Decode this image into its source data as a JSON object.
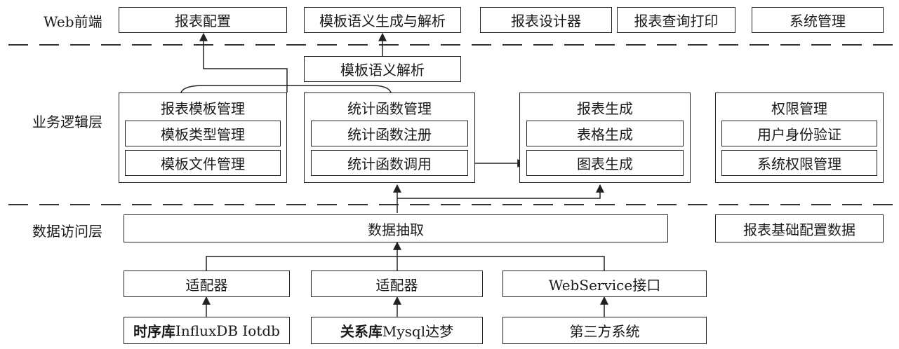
{
  "layers": {
    "web": "Web前端",
    "logic": "业务逻辑层",
    "data": "数据访问层"
  },
  "web_front": {
    "report_config": "报表配置",
    "template_semantic_gen_parse": "模板语义生成与解析",
    "report_designer": "报表设计器",
    "report_query_print": "报表查询打印",
    "system_management": "系统管理"
  },
  "template_semantic_parse": "模板语义解析",
  "logic_groups": {
    "template_mgmt": {
      "title": "报表模板管理",
      "items": [
        "模板类型管理",
        "模板文件管理"
      ]
    },
    "stat_func_mgmt": {
      "title": "统计函数管理",
      "items": [
        "统计函数注册",
        "统计函数调用"
      ]
    },
    "report_gen": {
      "title": "报表生成",
      "items": [
        "表格生成",
        "图表生成"
      ]
    },
    "permission_mgmt": {
      "title": "权限管理",
      "items": [
        "用户身份验证",
        "系统权限管理"
      ]
    }
  },
  "data_access": {
    "data_extraction": "数据抽取",
    "report_base_config_data": "报表基础配置数据",
    "adapter_1": "适配器",
    "adapter_2": "适配器",
    "webservice_interface": "WebService接口"
  },
  "sources": {
    "timeseries": {
      "prefix": "时序库",
      "rest": "InfluxDB Iotdb"
    },
    "relational": {
      "prefix": "关系库",
      "rest": "Mysql达梦"
    },
    "third_party": "第三方系统"
  }
}
